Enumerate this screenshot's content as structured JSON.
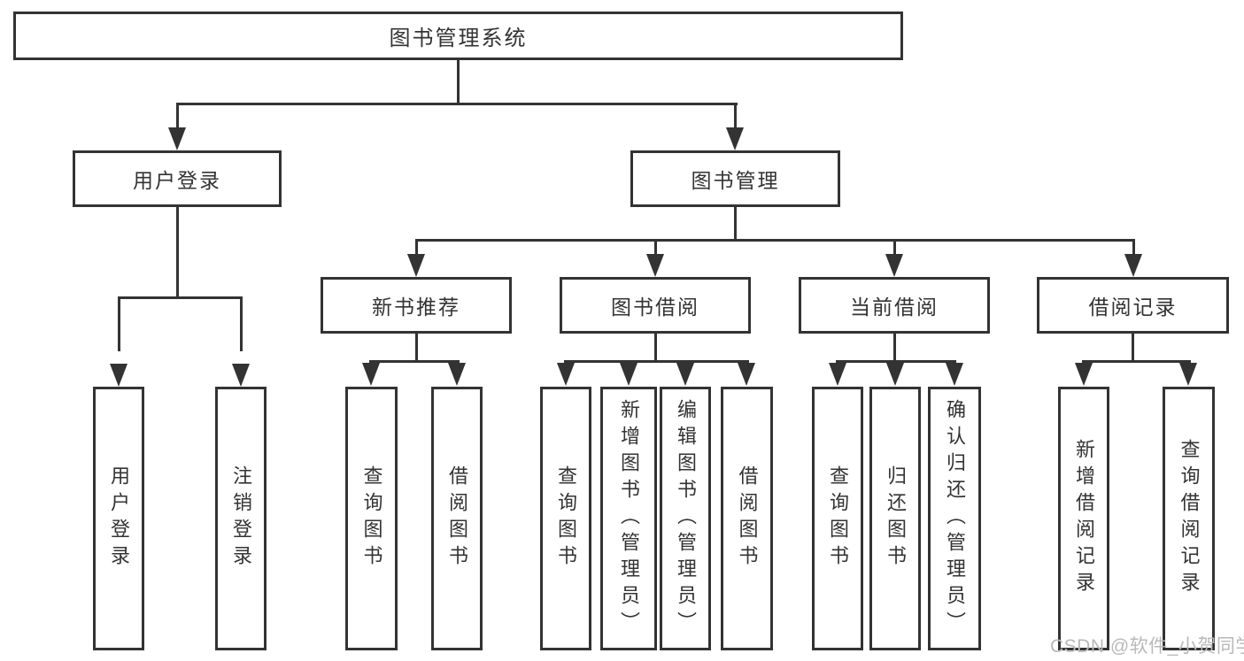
{
  "diagram": {
    "root": {
      "label": "图书管理系统"
    },
    "level1": [
      {
        "label": "用户登录"
      },
      {
        "label": "图书管理"
      }
    ],
    "level2": [
      {
        "label": "新书推荐"
      },
      {
        "label": "图书借阅"
      },
      {
        "label": "当前借阅"
      },
      {
        "label": "借阅记录"
      }
    ],
    "leaves": [
      {
        "label": "用户登录"
      },
      {
        "label": "注销登录"
      },
      {
        "label": "查询图书"
      },
      {
        "label": "借阅图书"
      },
      {
        "label": "查询图书"
      },
      {
        "label": "新增图书（管理员）"
      },
      {
        "label": "编辑图书（管理员）"
      },
      {
        "label": "借阅图书"
      },
      {
        "label": "查询图书"
      },
      {
        "label": "归还图书"
      },
      {
        "label": "确认归还（管理员）"
      },
      {
        "label": "新增借阅记录"
      },
      {
        "label": "查询借阅记录"
      }
    ]
  },
  "watermark": {
    "text": "CSDN @软件_小贺同学"
  },
  "colors": {
    "line": "#333333",
    "border": "#333333",
    "text": "#333333",
    "watermark": "#b9b9b9",
    "background": "#ffffff"
  }
}
